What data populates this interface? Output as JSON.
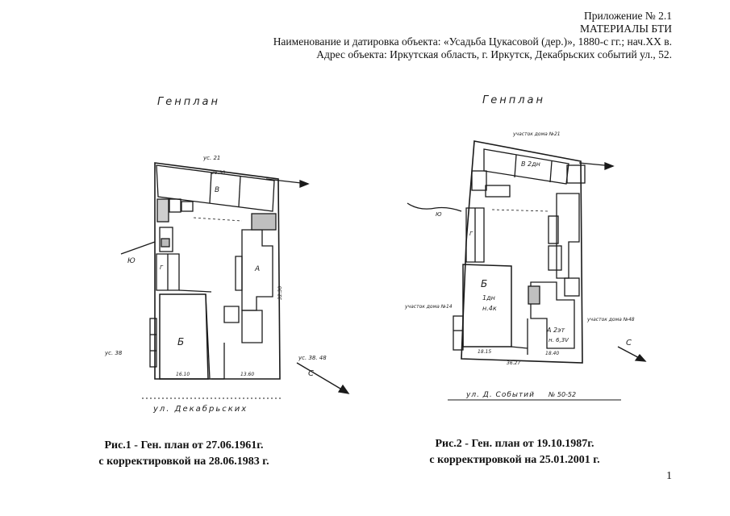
{
  "header": {
    "line1": "Приложение № 2.1",
    "line2": "МАТЕРИАЛЫ БТИ",
    "line3": "Наименование и датировка объекта: «Усадьба Цукасовой (дер.)», 1880-с гг.; нач.ХХ в.",
    "line4": "Адрес объекта: Иркутская область, г. Иркутск, Декабрьских событий ул., 52."
  },
  "plan1": {
    "title": "Генплан",
    "labels": {
      "top_number": "ус. 21",
      "building_b": "В",
      "building_a": "А",
      "building_g": "Г",
      "building_big": "Б",
      "left_side": "Ю",
      "bottom_left": "ус. 38",
      "bottom_right": "ус. 38. 48",
      "north": "С",
      "street": "ул. Декабрьских",
      "dim_top": "25.30",
      "dim_bottom1": "16.10",
      "dim_bottom2": "13.60",
      "dim_right": "32.30"
    }
  },
  "plan2": {
    "title": "Генплан",
    "labels": {
      "top_note": "участок дома №21",
      "building_b": "В 2дн",
      "building_big": "Б",
      "big_sub1": "1дн",
      "big_sub2": "н.4к",
      "building_a": "А 2эт",
      "a_sub": "н. 6,3V",
      "left_note": "участок дома №14",
      "right_note": "участок дома №48",
      "building_g": "Г",
      "north": "С",
      "street": "ул. Д. Событий",
      "house_no": "№ 50-52",
      "dim_bottom1": "18.15",
      "dim_bottom2": "18.40",
      "dim_bottom3": "36.27",
      "letter_yu": "Ю"
    }
  },
  "captions": {
    "fig1_line1": "Рис.1 - Ген. план от 27.06.1961г.",
    "fig1_line2": "с корректировкой на 28.06.1983 г.",
    "fig2_line1": "Рис.2 - Ген. план от 19.10.1987г.",
    "fig2_line2": "с корректировкой на 25.01.2001 г."
  },
  "page_number": "1"
}
